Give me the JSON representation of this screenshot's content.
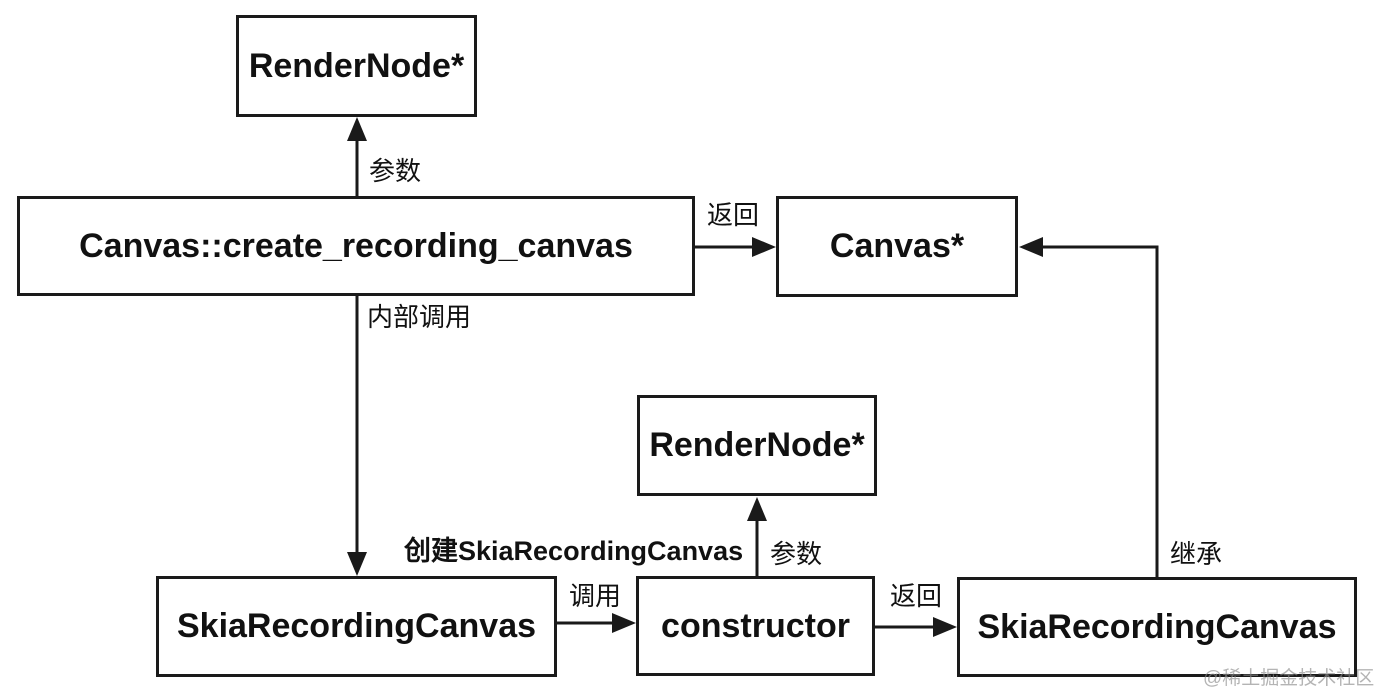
{
  "diagram": {
    "nodes": {
      "render_node_top": {
        "label": "RenderNode*"
      },
      "create_recording_canvas": {
        "label": "Canvas::create_recording_canvas"
      },
      "canvas_ptr": {
        "label": "Canvas*"
      },
      "render_node_mid": {
        "label": "RenderNode*"
      },
      "skia_recording_canvas_left": {
        "label": "SkiaRecordingCanvas"
      },
      "constructor_fn": {
        "label": "constructor"
      },
      "skia_recording_canvas_right": {
        "label": "SkiaRecordingCanvas"
      }
    },
    "edges": {
      "param_top": {
        "label": "参数",
        "from": "create_recording_canvas",
        "to": "render_node_top"
      },
      "return_top": {
        "label": "返回",
        "from": "create_recording_canvas",
        "to": "canvas_ptr"
      },
      "internal_call": {
        "label": "内部调用",
        "from": "create_recording_canvas",
        "to": "skia_recording_canvas_left"
      },
      "create_skia": {
        "label": "创建SkiaRecordingCanvas",
        "from": "create_recording_canvas",
        "to": "skia_recording_canvas_left"
      },
      "call": {
        "label": "调用",
        "from": "skia_recording_canvas_left",
        "to": "constructor_fn"
      },
      "param_mid": {
        "label": "参数",
        "from": "constructor_fn",
        "to": "render_node_mid"
      },
      "return_bottom": {
        "label": "返回",
        "from": "constructor_fn",
        "to": "skia_recording_canvas_right"
      },
      "inherit": {
        "label": "继承",
        "from": "skia_recording_canvas_right",
        "to": "canvas_ptr"
      }
    },
    "colors": {
      "line": "#1a1a1a",
      "box_fill": "#ffffff",
      "text": "#111111",
      "watermark": "#8c8c8c"
    }
  },
  "watermark": {
    "text": "@稀土掘金技术社区"
  }
}
